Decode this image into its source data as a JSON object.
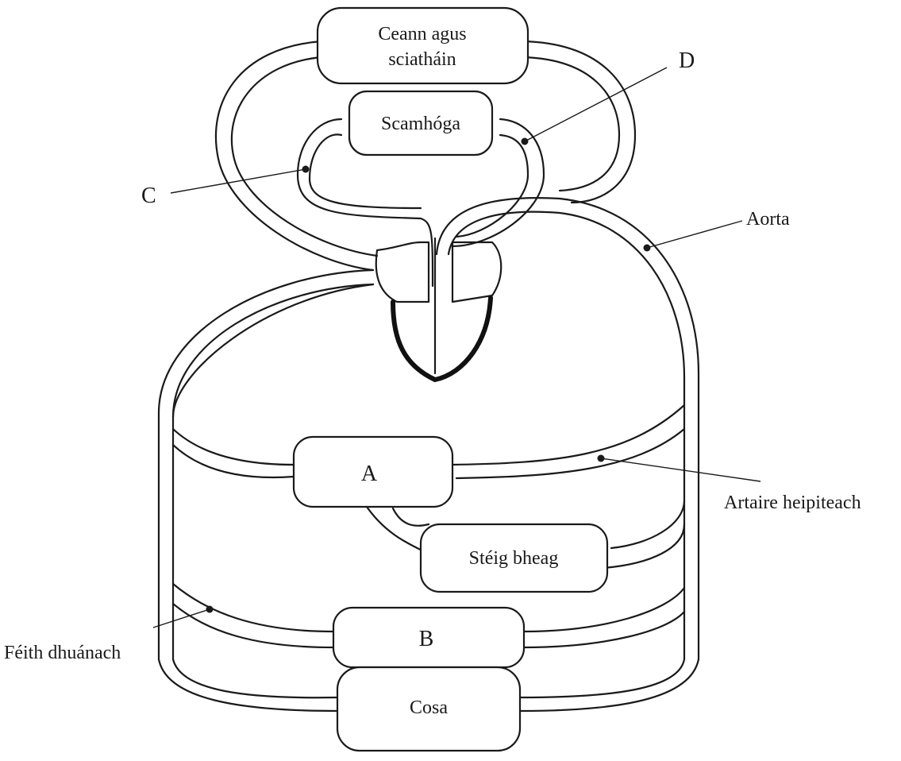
{
  "organs": {
    "head_wings_line1": "Ceann agus",
    "head_wings_line2": "sciatháin",
    "lungs": "Scamhóga",
    "a": "A",
    "small_intestine": "Stéig bheag",
    "b": "B",
    "legs": "Cosa"
  },
  "labels": {
    "c": "C",
    "d": "D",
    "aorta": "Aorta",
    "hepatic_artery": "Artaire heipiteach",
    "renal_vein": "Féith dhuánach"
  }
}
